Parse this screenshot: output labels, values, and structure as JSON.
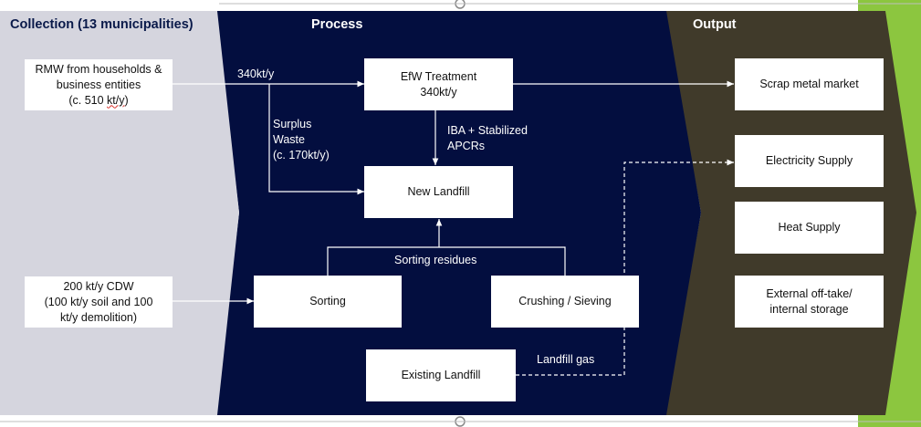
{
  "colors": {
    "collection_bg": "#d5d5de",
    "process_bg": "#030e3f",
    "output_bg": "#403a2a",
    "accent_green": "#8cc63f",
    "box_bg": "#ffffff",
    "collection_header": "#0a1a4a",
    "process_header": "#ffffff",
    "output_header": "#ffffff"
  },
  "headers": {
    "collection": "Collection (13 municipalities)",
    "process": "Process",
    "output": "Output"
  },
  "boxes": {
    "rmw_line1": "RMW from households &\nbusiness entities\n(c. 510 ",
    "rmw_unit": "kt/y",
    "rmw_tail": ")",
    "cdw": "200 kt/y CDW\n(100 kt/y soil and 100\nkt/y demolition)",
    "efw": "EfW Treatment\n340kt/y",
    "new_landfill": "New Landfill",
    "sorting": "Sorting",
    "crushing": "Crushing / Sieving",
    "existing_landfill": "Existing Landfill",
    "scrap_metal": "Scrap metal market",
    "electricity": "Electricity Supply",
    "heat": "Heat Supply",
    "external": "External off-take/\ninternal storage"
  },
  "labels": {
    "flow_340": "340kt/y",
    "surplus": "Surplus\nWaste\n(c. 170kt/y)",
    "iba": "IBA + Stabilized\nAPCRs",
    "sorting_residues": "Sorting residues",
    "landfill_gas": "Landfill gas"
  }
}
